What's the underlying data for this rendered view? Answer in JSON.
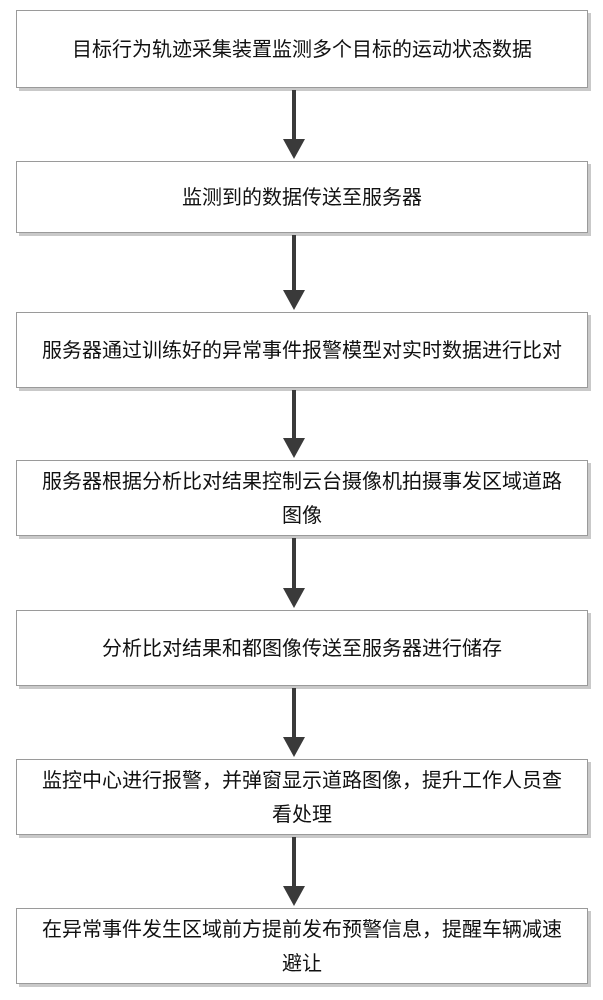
{
  "steps": [
    "目标行为轨迹采集装置监测多个目标的运动状态数据",
    "监测到的数据传送至服务器",
    "服务器通过训练好的异常事件报警模型对实时数据进行比对",
    "服务器根据分析比对结果控制云台摄像机拍摄事发区域道路图像",
    "分析比对结果和都图像传送至服务器进行储存",
    "监控中心进行报警，并弹窗显示道路图像，提升工作人员查看处理",
    "在异常事件发生区域前方提前发布预警信息，提醒车辆减速避让"
  ],
  "colors": {
    "border": "#9a9a9a",
    "shadow": "#c9c9c9",
    "arrow": "#3a3a3a",
    "text": "#111111"
  }
}
